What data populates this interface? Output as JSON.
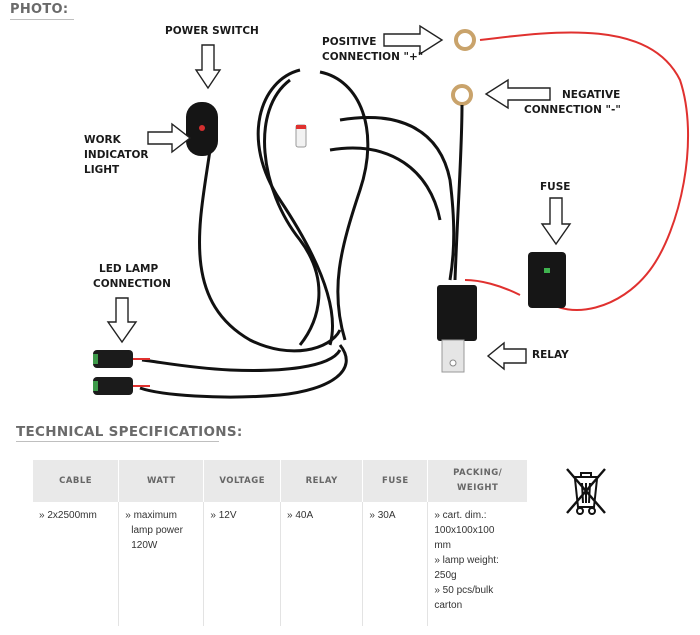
{
  "photo_section": {
    "title": "PHOTO:",
    "labels": {
      "power_switch": "POWER SWITCH",
      "positive_connection": [
        "POSITIVE",
        "CONNECTION \"+\""
      ],
      "negative_connection": [
        "NEGATIVE",
        "CONNECTION \"-\""
      ],
      "work_indicator": [
        "WORK",
        "INDICATOR",
        "LIGHT"
      ],
      "fuse": "FUSE",
      "led_lamp": [
        "LED LAMP",
        "CONNECTION"
      ],
      "relay": "RELAY"
    }
  },
  "specs_section": {
    "title": "TECHNICAL SPECIFICATIONS:",
    "headers": [
      "CABLE",
      "WATT",
      "VOLTAGE",
      "RELAY",
      "FUSE",
      "PACKING/\nWEIGHT"
    ],
    "cells": {
      "cable": [
        "» 2x2500mm"
      ],
      "watt": [
        "» maximum",
        "lamp power",
        "120W"
      ],
      "voltage": [
        "» 12V"
      ],
      "relay": [
        "» 40A"
      ],
      "fuse": [
        "» 30A"
      ],
      "packing": [
        "» cart. dim.:",
        "100x100x100",
        "mm",
        "» lamp weight:",
        "250g",
        "» 50 pcs/bulk",
        "carton"
      ]
    }
  },
  "colors": {
    "heading": "#6a6a6a",
    "wire_red": "#e0312f",
    "header_bg": "#e9e9e9"
  }
}
